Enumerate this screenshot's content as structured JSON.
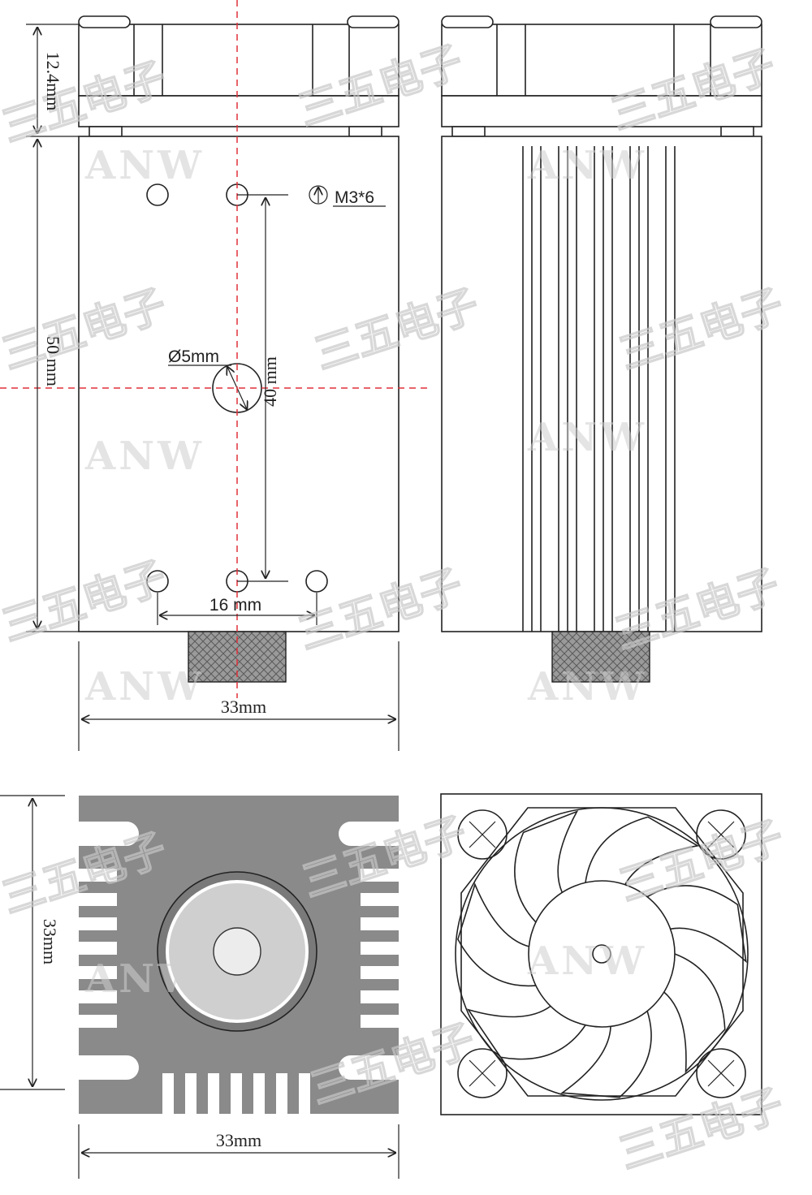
{
  "dimensions": {
    "fan_height": "12.4mm",
    "body_height": "50 mm",
    "hole_spacing_vertical": "40 mm",
    "hole_spacing_horizontal": "16 mm",
    "width_front": "33mm",
    "width_bottom": "33mm",
    "height_bottom": "33mm"
  },
  "labels": {
    "center_hole": "Ø5mm",
    "screw_spec": "M3*6"
  },
  "watermarks": {
    "brand": "ANW",
    "chinese": "三五电子"
  },
  "colors": {
    "outline": "#222222",
    "centerline": "#e0303a",
    "heatsink_fill": "#8a8a8a"
  }
}
